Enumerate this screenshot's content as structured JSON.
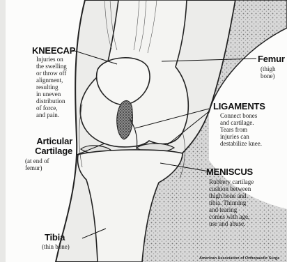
{
  "labels": {
    "kneecap": {
      "title": "KNEECAP",
      "text": "Injuries on\nthe swelling\nor throw off\nalignment,\nresulting\nin uneven\ndistribution\nof force,\nand pain."
    },
    "femur": {
      "title": "Femur",
      "text": "(thigh\nbone)"
    },
    "ligaments": {
      "title": "LIGAMENTS",
      "text": "Connect bones\nand cartilage.\nTears from\ninjuries can\ndestabilize knee."
    },
    "articular_cartilage": {
      "title": "Articular\nCartilage",
      "text": "(at end of\nfemur)"
    },
    "meniscus": {
      "title": "MENISCUS",
      "text": "Rubbery cartilage\ncushion between\nthigh bone and\ntibia. Thinning\nand tearing\ncomes with age,\nuse and abuse."
    },
    "tibia": {
      "title": "Tibia",
      "text": "(thin bone)"
    }
  },
  "credit": "American Association of Orthopaedic Surge"
}
